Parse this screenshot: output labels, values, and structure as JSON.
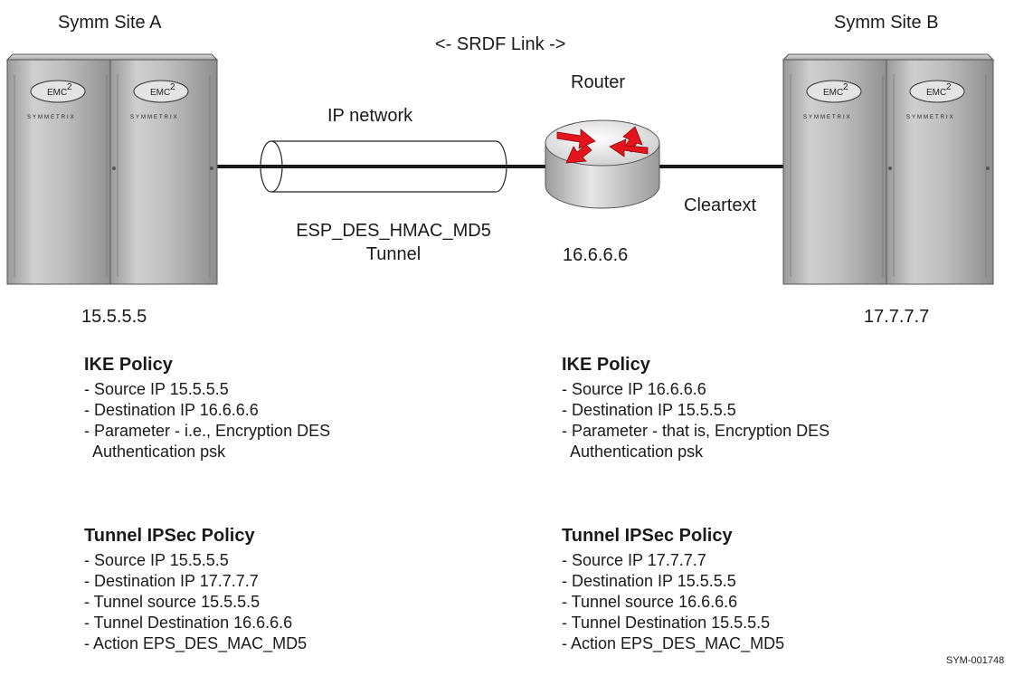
{
  "labels": {
    "site_a": "Symm Site A",
    "site_b": "Symm Site B",
    "srdf_link": "<- SRDF Link ->",
    "router": "Router",
    "ip_network": "IP network",
    "cleartext": "Cleartext",
    "tunnel_line1": "ESP_DES_HMAC_MD5",
    "tunnel_line2": "Tunnel",
    "router_ip": "16.6.6.6",
    "site_a_ip": "15.5.5.5",
    "site_b_ip": "17.7.7.7",
    "figure_id": "SYM-001748"
  },
  "cabinet_badges": {
    "brand": "EMC",
    "superscript": "2",
    "product": "SYMMETRIX"
  },
  "left": {
    "ike": {
      "title": "IKE Policy",
      "lines": [
        "- Source IP 15.5.5.5",
        "- Destination IP 16.6.6.6",
        "- Parameter - i.e., Encryption DES",
        "  Authentication psk"
      ]
    },
    "ipsec": {
      "title": "Tunnel IPSec Policy",
      "lines": [
        "- Source IP 15.5.5.5",
        "- Destination IP 17.7.7.7",
        "- Tunnel source 15.5.5.5",
        "- Tunnel Destination 16.6.6.6",
        "- Action EPS_DES_MAC_MD5"
      ]
    }
  },
  "right": {
    "ike": {
      "title": "IKE Policy",
      "lines": [
        "- Source IP 16.6.6.6",
        "- Destination IP 15.5.5.5",
        "- Parameter - that is, Encryption DES",
        "  Authentication psk"
      ]
    },
    "ipsec": {
      "title": "Tunnel IPSec Policy",
      "lines": [
        "- Source IP 17.7.7.7",
        "- Destination IP 15.5.5.5",
        "- Tunnel source 16.6.6.6",
        "- Tunnel Destination 15.5.5.5",
        "- Action EPS_DES_MAC_MD5"
      ]
    }
  },
  "colors": {
    "cabinet": "#b9b9b9",
    "router_arrows": "#e3141b",
    "link": "#1a1a1a"
  }
}
